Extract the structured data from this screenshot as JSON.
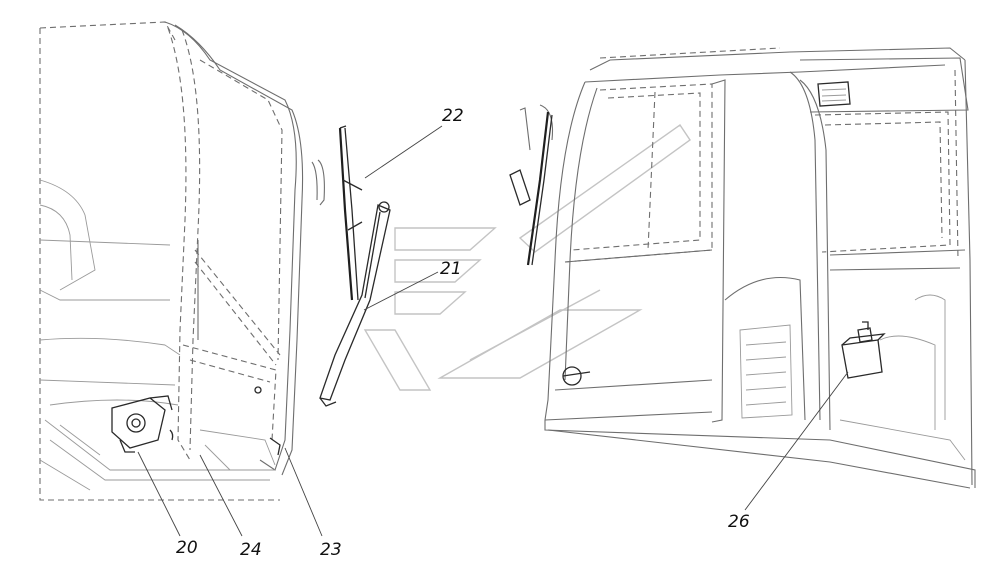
{
  "callouts": {
    "c20": "20",
    "c21": "21",
    "c22": "22",
    "c23": "23",
    "c24": "24",
    "c26": "26"
  }
}
